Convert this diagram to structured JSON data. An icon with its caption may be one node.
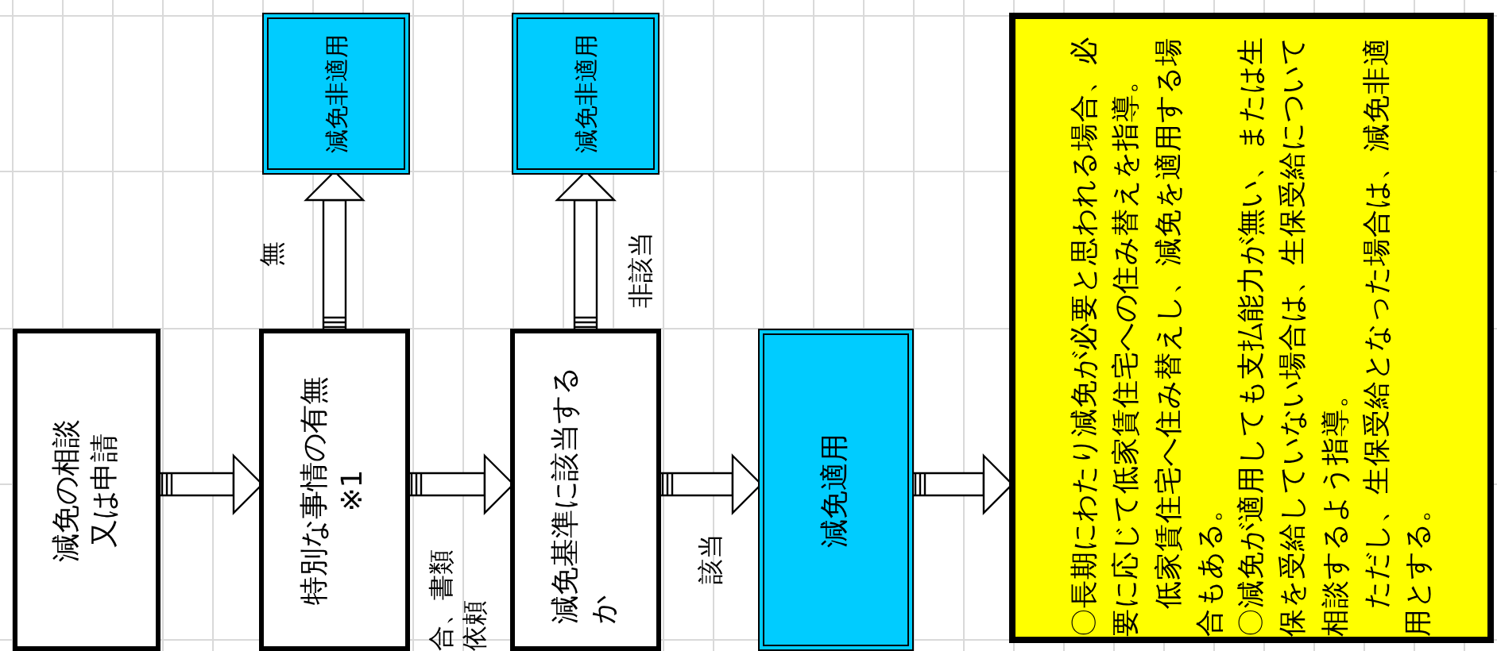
{
  "diagram": {
    "nodes": [
      {
        "text": [
          "減免の相談又は申請"
        ]
      },
      {
        "text": [
          "特別な事情の有無※1"
        ]
      },
      {
        "text": [
          "減免非適用"
        ]
      },
      {
        "text": [
          "減免非適用"
        ]
      },
      {
        "text": [
          "減免基準に該当するか"
        ]
      },
      {
        "text": [
          "減免適用"
        ]
      },
      {
        "text": [
          "〇長期にわたり減免が必要と思われる場合、必要に応じて低家賃住宅への住み替えを指導。",
          "低家賃住宅へ住み替えし、減免を適用する場合もある。",
          "〇減免が適用しても支払能力が無い、または生保を受給していない場合は、生保受給について相談するよう指導。",
          "ただし、生保受給となった場合は、減免非適用とする。"
        ]
      }
    ],
    "edges": [
      {
        "from": 0,
        "to": 1,
        "arrow": "to"
      },
      {
        "from": 1,
        "to": 2,
        "arrow": "to",
        "label": "無"
      },
      {
        "from": 1,
        "to": 4,
        "arrow": "to"
      },
      {
        "from": 4,
        "to": 3,
        "arrow": "to",
        "label": "非該当"
      },
      {
        "from": 4,
        "to": 5,
        "arrow": "to",
        "label": "該当"
      },
      {
        "from": 5,
        "to": 6,
        "arrow": "to"
      }
    ],
    "labels": [
      "合、書類依頼"
    ]
  }
}
